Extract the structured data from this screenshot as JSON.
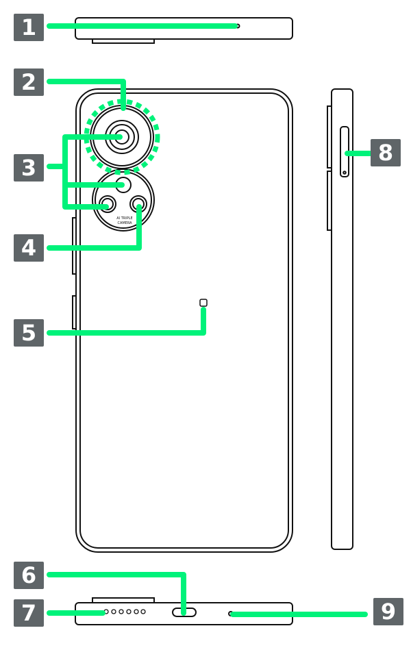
{
  "callouts": [
    "1",
    "2",
    "3",
    "4",
    "5",
    "6",
    "7",
    "8",
    "9"
  ],
  "camera_module_text": [
    "AI TRIPLE",
    "CAMERA"
  ],
  "colors": {
    "callout_line": "#00f27a",
    "badge_bg": "#5f6568",
    "outline": "#111111"
  }
}
